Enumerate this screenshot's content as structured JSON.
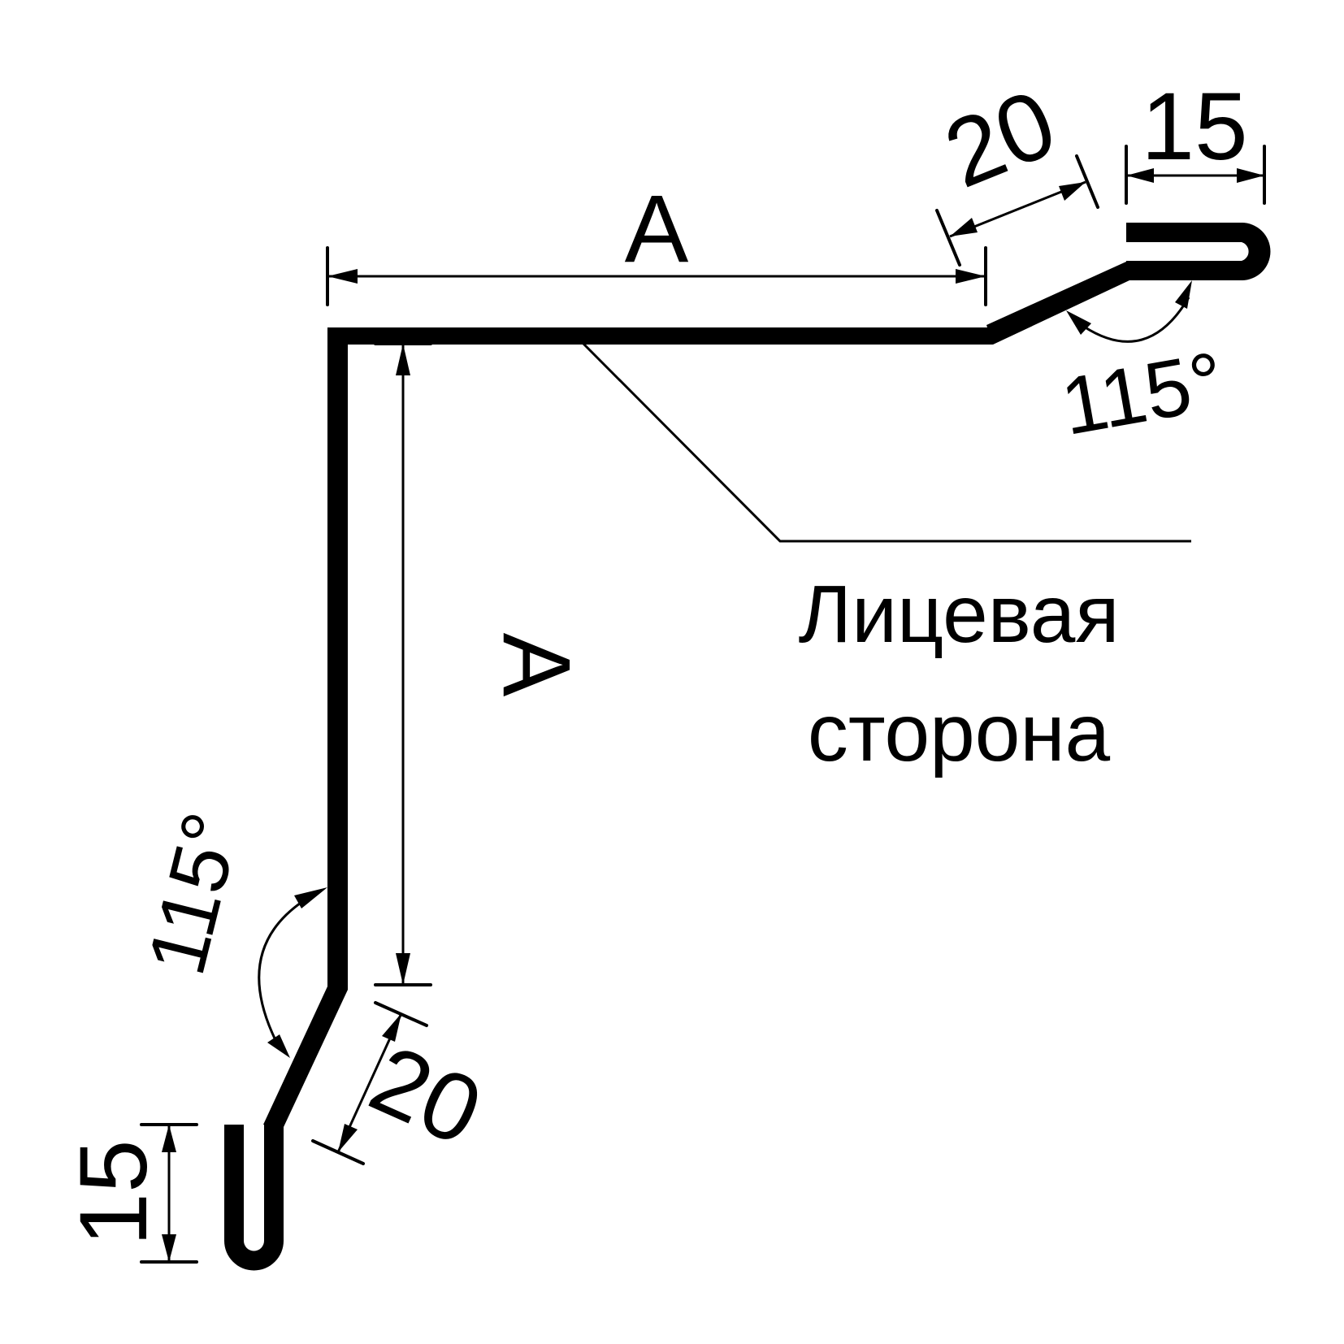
{
  "labels": {
    "dim_top_length": "A",
    "dim_vertical_length": "A",
    "dim_top_bend": "20",
    "dim_top_hem": "15",
    "angle_top": "115°",
    "dim_bottom_bend": "20",
    "dim_bottom_hem": "15",
    "angle_bottom": "115°",
    "face_side_line1": "Лицевая",
    "face_side_line2": "сторона"
  },
  "colors": {
    "ink": "#000000",
    "background": "#ffffff"
  }
}
